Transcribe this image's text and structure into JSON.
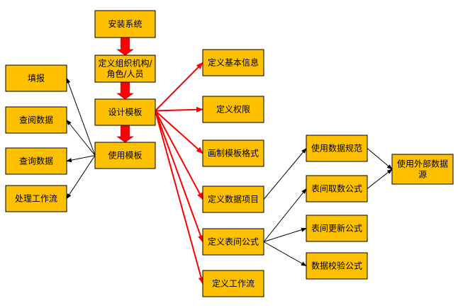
{
  "colors": {
    "box_fill": "#FFC000",
    "box_stroke": "#000000",
    "red_arrow": "#FF0000",
    "black_arrow": "#000000"
  },
  "nodes": {
    "install": {
      "lines": [
        "安装系统"
      ]
    },
    "define_org": {
      "lines": [
        "定义组织机构/",
        "角色/人员"
      ]
    },
    "design_template": {
      "lines": [
        "设计模板"
      ]
    },
    "use_template": {
      "lines": [
        "使用模板"
      ]
    },
    "fill_report": {
      "lines": [
        "填报"
      ]
    },
    "view_data": {
      "lines": [
        "查阅数据"
      ]
    },
    "query_data": {
      "lines": [
        "查询数据"
      ]
    },
    "handle_workflow": {
      "lines": [
        "处理工作流"
      ]
    },
    "basic_info": {
      "lines": [
        "定义基本信息"
      ]
    },
    "permissions": {
      "lines": [
        "定义权限"
      ]
    },
    "draw_format": {
      "lines": [
        "画制模板格式"
      ]
    },
    "data_items": {
      "lines": [
        "定义数据项目"
      ]
    },
    "inter_table_formula": {
      "lines": [
        "定义表间公式"
      ]
    },
    "workflow_def": {
      "lines": [
        "定义工作流"
      ]
    },
    "data_norm": {
      "lines": [
        "使用数据规范"
      ]
    },
    "fetch_formula": {
      "lines": [
        "表间取数公式"
      ]
    },
    "update_formula": {
      "lines": [
        "表间更新公式"
      ]
    },
    "validate_formula": {
      "lines": [
        "数据校验公式"
      ]
    },
    "external_source": {
      "lines": [
        "使用外部数据",
        "源"
      ]
    }
  },
  "flow_arrows": [
    {
      "from": "install",
      "to": "define_org",
      "style": "block"
    },
    {
      "from": "define_org",
      "to": "design_template",
      "style": "block"
    },
    {
      "from": "design_template",
      "to": "use_template",
      "style": "block"
    }
  ],
  "edges": [
    {
      "from": "design_template",
      "to": "basic_info",
      "color": "red"
    },
    {
      "from": "design_template",
      "to": "permissions",
      "color": "red"
    },
    {
      "from": "design_template",
      "to": "draw_format",
      "color": "red"
    },
    {
      "from": "design_template",
      "to": "data_items",
      "color": "red"
    },
    {
      "from": "design_template",
      "to": "inter_table_formula",
      "color": "red"
    },
    {
      "from": "design_template",
      "to": "workflow_def",
      "color": "red"
    },
    {
      "from": "use_template",
      "to": "fill_report",
      "color": "black"
    },
    {
      "from": "use_template",
      "to": "view_data",
      "color": "black"
    },
    {
      "from": "use_template",
      "to": "query_data",
      "color": "black"
    },
    {
      "from": "use_template",
      "to": "handle_workflow",
      "color": "black"
    },
    {
      "from": "data_items",
      "to": "data_norm",
      "color": "black"
    },
    {
      "from": "inter_table_formula",
      "to": "fetch_formula",
      "color": "black"
    },
    {
      "from": "inter_table_formula",
      "to": "update_formula",
      "color": "black"
    },
    {
      "from": "inter_table_formula",
      "to": "validate_formula",
      "color": "black"
    },
    {
      "from": "data_norm",
      "to": "external_source",
      "color": "black"
    },
    {
      "from": "fetch_formula",
      "to": "external_source",
      "color": "black"
    }
  ]
}
